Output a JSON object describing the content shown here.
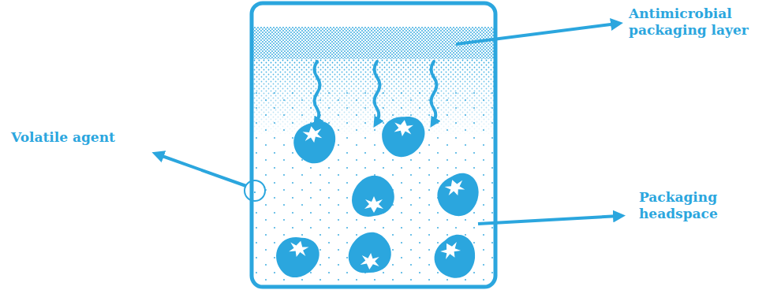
{
  "diagram": {
    "labels": [
      "Antimicrobial packaging layer",
      "Volatile agent",
      "Packaging headspace"
    ]
  }
}
